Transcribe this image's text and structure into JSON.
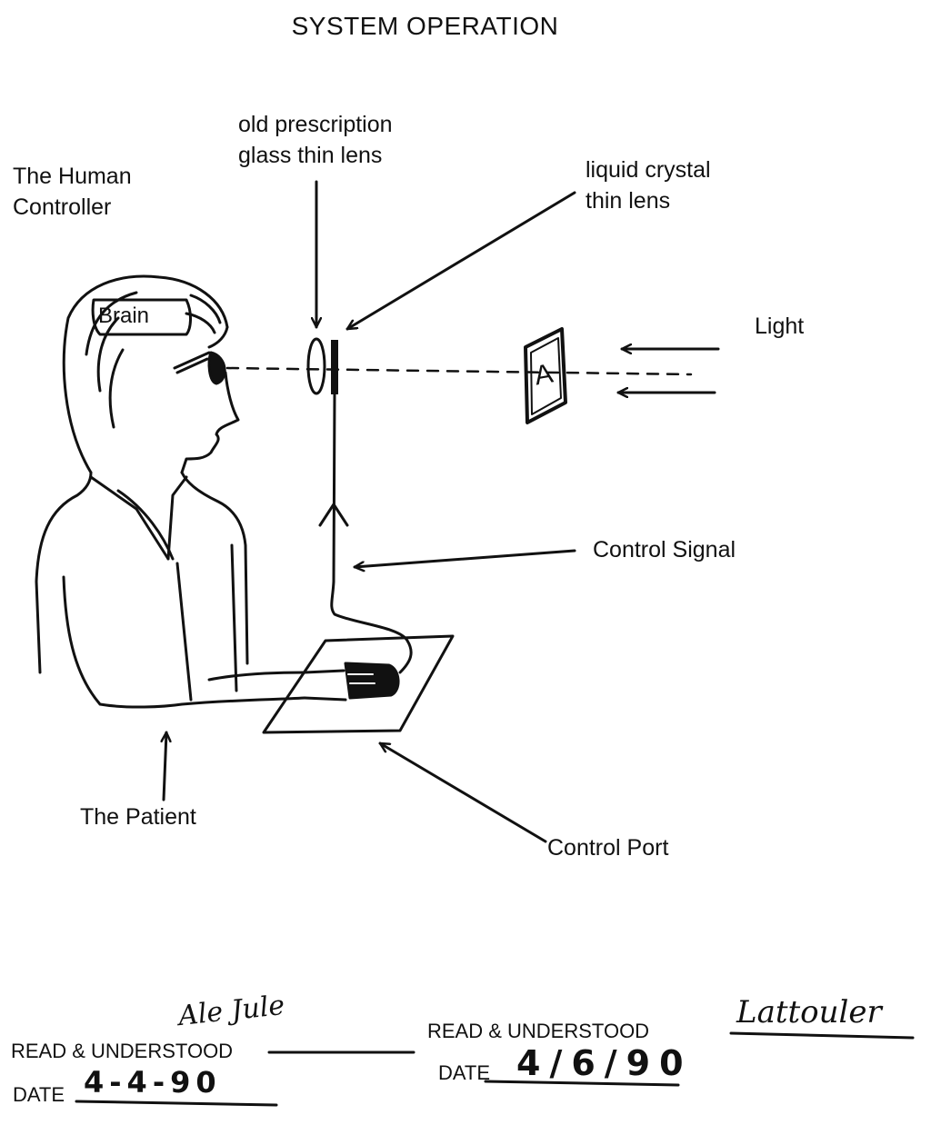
{
  "title": "SYSTEM OPERATION",
  "labels": {
    "human_controller": "The Human\nController",
    "old_lens": "old prescription\nglass thin lens",
    "lc_lens": "liquid crystal\nthin lens",
    "light": "Light",
    "brain": "Brain",
    "control_signal": "Control Signal",
    "patient": "The Patient",
    "control_port": "Control Port",
    "target_letter": "A"
  },
  "signoff": {
    "left": {
      "label": "READ & UNDERSTOOD",
      "date_label": "DATE",
      "date_value": "4-4-90",
      "signature": "Ale Jule"
    },
    "right": {
      "label": "READ & UNDERSTOOD",
      "date_label": "DATE",
      "date_value": "4/6/90",
      "signature": "Lattouler"
    }
  }
}
